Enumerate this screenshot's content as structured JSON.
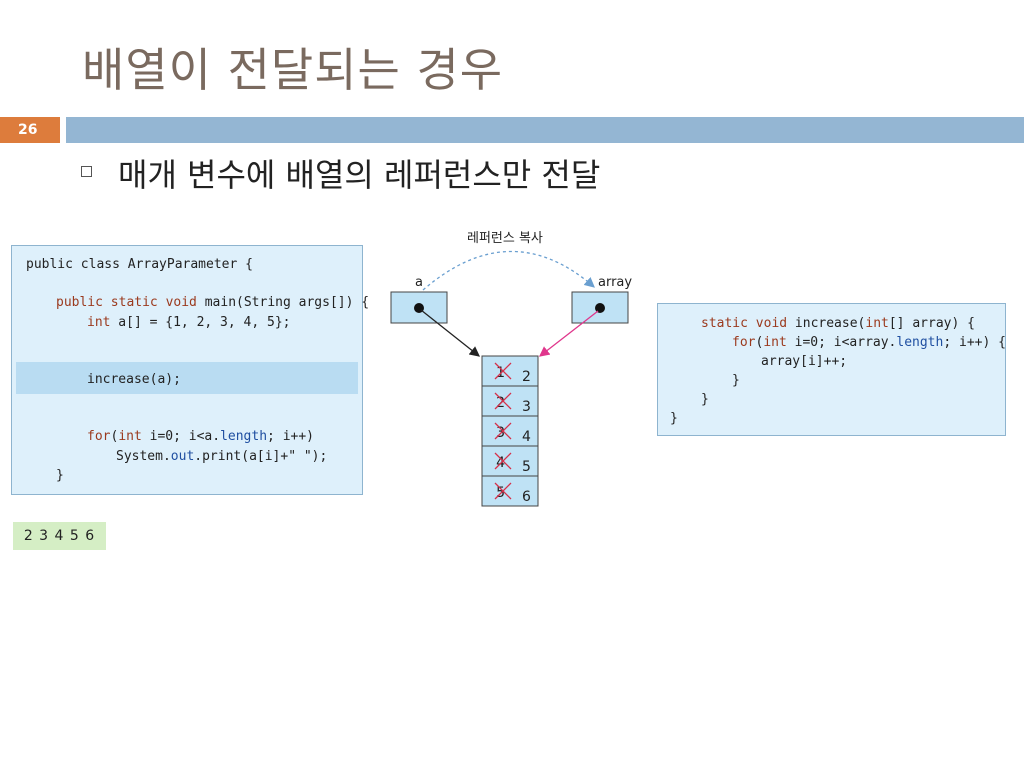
{
  "slide": {
    "title": "배열이 전달되는 경우",
    "number": "26",
    "bullet": "매개 변수에 배열의 레퍼런스만 전달"
  },
  "code_main": {
    "l1": "public class ArrayParameter {",
    "l2a": "public static void",
    "l2b": " main(String args[]) {",
    "l3a": "int",
    "l3b": " a[] = {1, 2, 3, 4, 5};",
    "l4": "increase(a);",
    "l5a": "for",
    "l5b": "(",
    "l5c": "int",
    "l5d": " i=0; i<a.",
    "l5e": "length",
    "l5f": "; i++)",
    "l6a": "System.",
    "l6b": "out",
    "l6c": ".print(a[i]+\" \");",
    "l7": "}"
  },
  "code_increase": {
    "l1a": "static void",
    "l1b": " increase(",
    "l1c": "int",
    "l1d": "[] array) {",
    "l2a": "for",
    "l2b": "(",
    "l2c": "int",
    "l2d": " i=0; i<array.",
    "l2e": "length",
    "l2f": "; i++) {",
    "l3": "array[i]++;",
    "l4": "}",
    "l5": "}",
    "l6": "}"
  },
  "output": "2 3 4 5 6",
  "diagram": {
    "caption": "레퍼런스 복사",
    "ref_a": "a",
    "ref_array": "array",
    "cells": [
      {
        "old": "1",
        "new": "2"
      },
      {
        "old": "2",
        "new": "3"
      },
      {
        "old": "3",
        "new": "4"
      },
      {
        "old": "4",
        "new": "5"
      },
      {
        "old": "5",
        "new": "6"
      }
    ]
  },
  "colors": {
    "accent_orange": "#dd7c3c",
    "bar_blue": "#94b6d3",
    "code_bg": "#def0fb",
    "keyword": "#9b3a1e",
    "field": "#1f4fa1",
    "cross_red": "#d6304a",
    "arrow_pink": "#e0368c",
    "copy_arrow": "#6a9fd0"
  }
}
